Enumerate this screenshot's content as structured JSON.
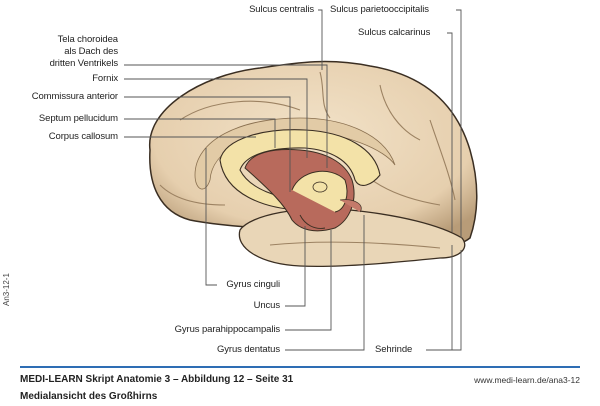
{
  "labels": {
    "sulcus_centralis": "Sulcus centralis",
    "sulcus_parietooccipitalis": "Sulcus parietooccipitalis",
    "sulcus_calcarinus": "Sulcus calcarinus",
    "tela_line1": "Tela choroidea",
    "tela_line2": "als Dach des",
    "tela_line3": "dritten Ventrikels",
    "fornix": "Fornix",
    "commissura_anterior": "Commissura anterior",
    "septum_pellucidum": "Septum pellucidum",
    "corpus_callosum": "Corpus callosum",
    "gyrus_cinguli": "Gyrus cinguli",
    "uncus": "Uncus",
    "gyrus_parahippocampalis": "Gyrus parahippocampalis",
    "gyrus_dentatus": "Gyrus dentatus",
    "sehrinde": "Sehrinde"
  },
  "side_code": "An3-12-1",
  "footer": {
    "title": "MEDI-LEARN Skript Anatomie 3 – Abbildung 12 – Seite 31",
    "subtitle": "Medialansicht des Großhirns",
    "url": "www.medi-learn.de/ana3-12",
    "rule_color": "#2e6db4"
  },
  "colors": {
    "cortex": "#e8d4b4",
    "white_matter": "#f3e2a8",
    "ventricle": "#b86a5c",
    "leader": "#555555"
  }
}
